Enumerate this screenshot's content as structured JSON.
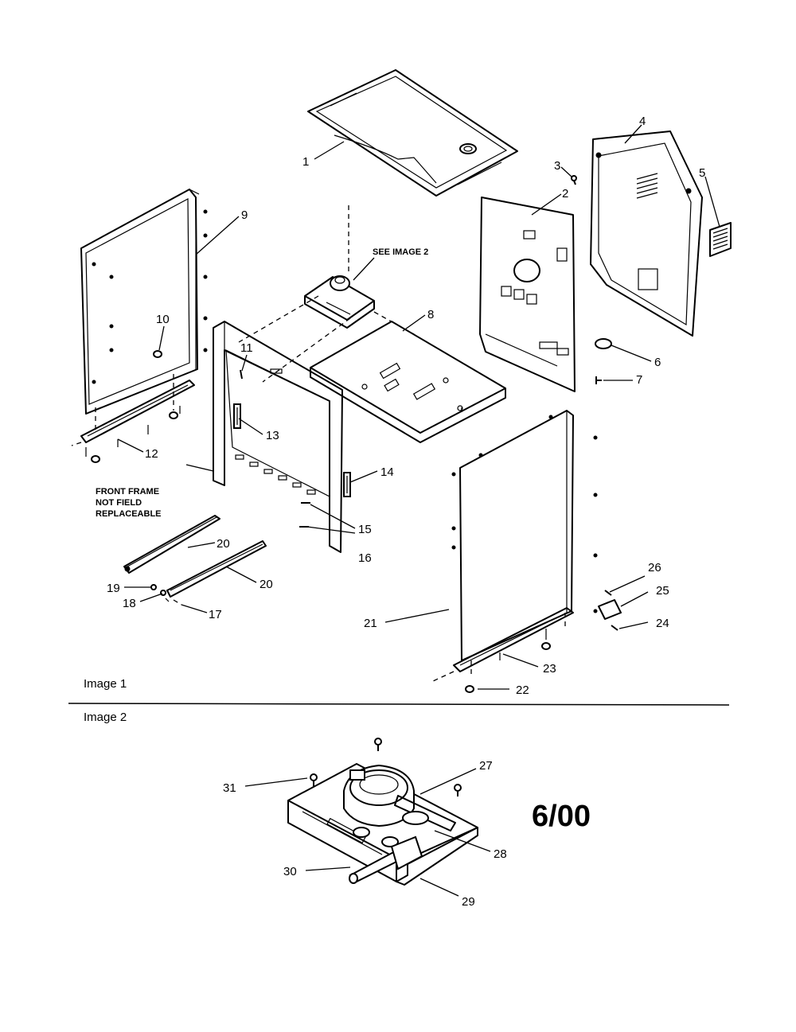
{
  "section_labels": {
    "image_1": "Image 1",
    "image_2": "Image 2"
  },
  "notes": {
    "see_image_2": "SEE IMAGE 2",
    "front_frame_line1": "FRONT FRAME",
    "front_frame_line2": "NOT FIELD",
    "front_frame_line3": "REPLACEABLE"
  },
  "date_code": "6/00",
  "callouts": {
    "c1": "1",
    "c2": "2",
    "c3": "3",
    "c4": "4",
    "c5": "5",
    "c6": "6",
    "c7": "7",
    "c8": "8",
    "c9": "9",
    "c10": "10",
    "c11": "11",
    "c12": "12",
    "c13": "13",
    "c14": "14",
    "c15": "15",
    "c16": "16",
    "c17": "17",
    "c18": "18",
    "c19": "19",
    "c20a": "20",
    "c20b": "20",
    "c21": "21",
    "c22": "22",
    "c23": "23",
    "c24": "24",
    "c25": "25",
    "c26": "26",
    "c27": "27",
    "c28": "28",
    "c29": "29",
    "c30": "30",
    "c31": "31"
  }
}
